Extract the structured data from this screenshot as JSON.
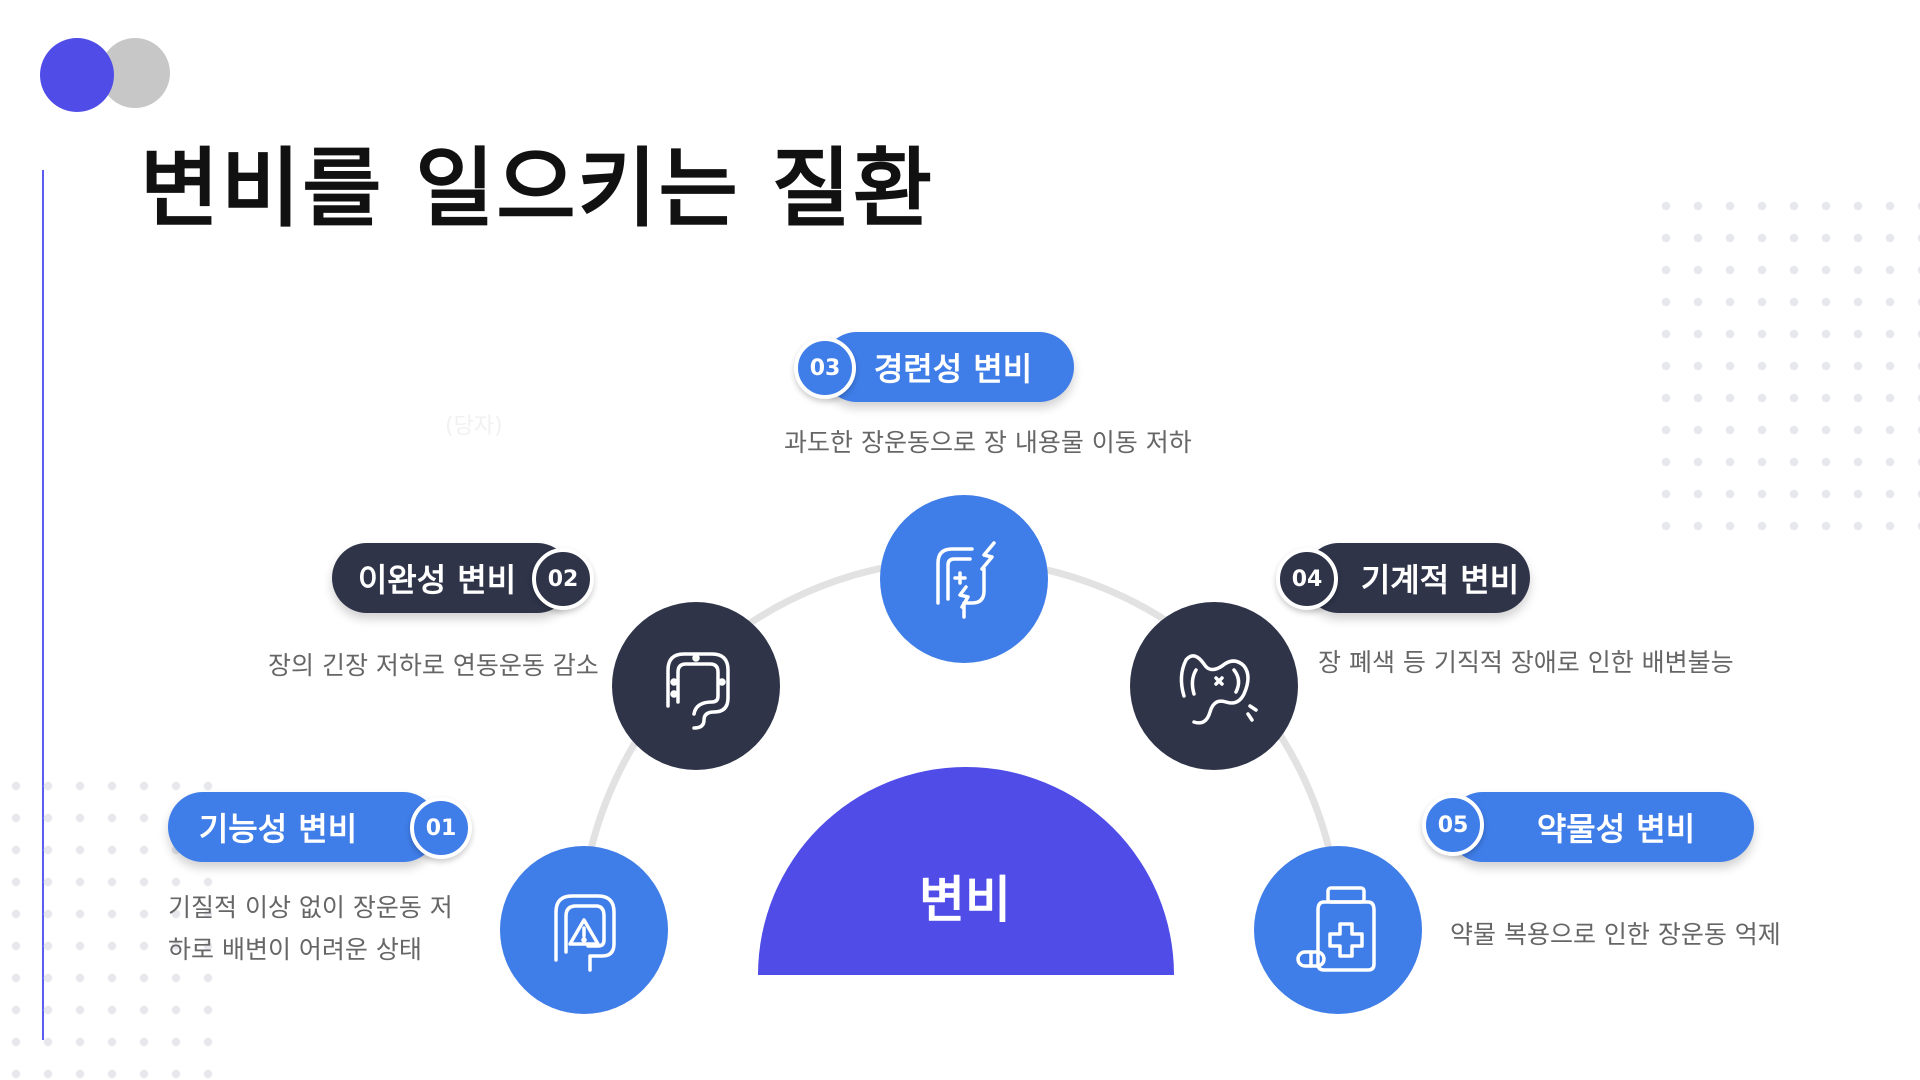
{
  "title": "변비를 일으키는 질환",
  "faint_text": "(당자)",
  "center": {
    "label": "변비",
    "color": "#4f4ce8"
  },
  "colors": {
    "accent_blue": "#3f7de8",
    "dark": "#2f3449",
    "indigo": "#4f4ce8",
    "gray": "#c8c8c8"
  },
  "items": [
    {
      "num": "01",
      "label": "기능성 변비",
      "desc_lines": [
        "기질적 이상 없이 장운동 저",
        "하로 배변이 어려운 상태"
      ],
      "icon": "intestine-warning-icon",
      "style": "blue"
    },
    {
      "num": "02",
      "label": "이완성 변비",
      "desc_lines": [
        "장의 긴장 저하로 연동운동 감소"
      ],
      "icon": "colon-icon",
      "style": "dark"
    },
    {
      "num": "03",
      "label": "경련성 변비",
      "desc_lines": [
        "과도한 장운동으로 장 내용물 이동 저하"
      ],
      "icon": "colon-spasm-icon",
      "style": "blue"
    },
    {
      "num": "04",
      "label": "기계적 변비",
      "desc_lines": [
        "장 폐색 등 기직적 장애로 인한 배변불능"
      ],
      "icon": "colon-obstruction-icon",
      "style": "dark"
    },
    {
      "num": "05",
      "label": "약물성 변비",
      "desc_lines": [
        "약물 복용으로 인한 장운동 억제"
      ],
      "icon": "medicine-bottle-icon",
      "style": "blue"
    }
  ]
}
